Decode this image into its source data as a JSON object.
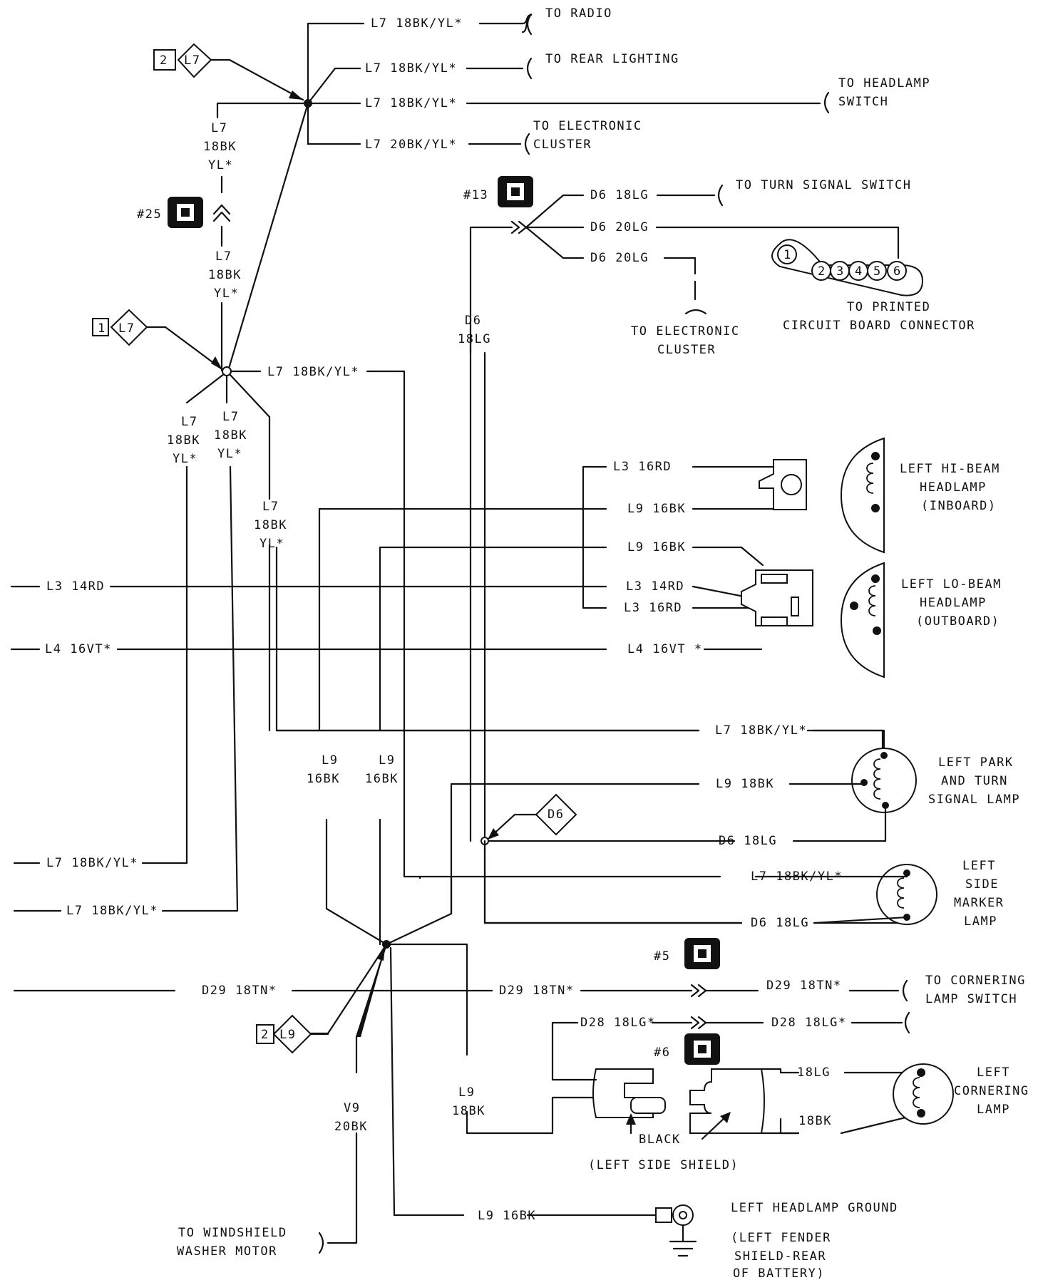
{
  "diagram": {
    "colors": {
      "ink": "#111111",
      "paper": "#ffffff"
    },
    "labels": {
      "l7_radio": "L7 18BK/YL*",
      "to_radio": "TO RADIO",
      "l7_rear": "L7 18BK/YL*",
      "to_rear": "TO REAR LIGHTING",
      "l7_hs": "L7 18BK/YL*",
      "to_hs_1": "TO HEADLAMP",
      "to_hs_2": "SWITCH",
      "l7_ec": "L7 20BK/YL*",
      "to_ec_1": "TO ELECTRONIC",
      "to_ec_2": "CLUSTER",
      "l7v_a1": "L7",
      "l7v_a2": "18BK",
      "l7v_a3": "YL*",
      "conn25": "#25",
      "l7v_b1": "L7",
      "l7v_b2": "18BK",
      "l7v_b3": "YL*",
      "splice_top_num": "2",
      "splice_top_id": "L7",
      "conn13": "#13",
      "d6_ts": "D6 18LG",
      "to_ts": "TO TURN SIGNAL SWITCH",
      "d6_pcb": "D6 20LG",
      "d6_ec": "D6 20LG",
      "to_ec2_1": "TO ELECTRONIC",
      "to_ec2_2": "CLUSTER",
      "pcb_1": "TO PRINTED",
      "pcb_2": "CIRCUIT BOARD CONNECTOR",
      "pins": [
        "1",
        "2",
        "3",
        "4",
        "5",
        "6"
      ],
      "d6v_1": "D6",
      "d6v_2": "18LG",
      "splice_mid_num": "1",
      "splice_mid_id": "L7",
      "l7_mid": "L7 18BK/YL*",
      "l7v_c1": "L7",
      "l7v_c2": "18BK",
      "l7v_c3": "YL*",
      "l7v_d1": "L7",
      "l7v_d2": "18BK",
      "l7v_d3": "YL*",
      "l7v_e1": "L7",
      "l7v_e2": "18BK",
      "l7v_e3": "YL*",
      "l3_16rd_a": "L3 16RD",
      "l9_16bk_a": "L9 16BK",
      "hibeam_1": "LEFT HI-BEAM",
      "hibeam_2": "HEADLAMP",
      "hibeam_3": "(INBOARD)",
      "l9_16bk_b": "L9 16BK",
      "l3_14rd_left": "L3 14RD",
      "l3_14rd_right": "L3 14RD",
      "l3_16rd_b": "L3 16RD",
      "l4_left": "L4 16VT*",
      "l4_right": "L4 16VT *",
      "lobeam_1": "LEFT LO-BEAM",
      "lobeam_2": "HEADLAMP",
      "lobeam_3": "(OUTBOARD)",
      "l7_park": "L7 18BK/YL*",
      "l9v_a1": "L9",
      "l9v_a2": "16BK",
      "l9v_b1": "L9",
      "l9v_b2": "16BK",
      "l9_park": "L9 18BK",
      "park_1": "LEFT PARK",
      "park_2": "AND TURN",
      "park_3": "SIGNAL LAMP",
      "splice_d6": "D6",
      "d6_park": "D6 18LG",
      "l7_left_a": "L7 18BK/YL*",
      "l7_marker": "L7 18BK/YL*",
      "marker_1": "LEFT",
      "marker_2": "SIDE",
      "marker_3": "MARKER",
      "marker_4": "LAMP",
      "l7_left_b": "L7 18BK/YL*",
      "d6_marker": "D6 18LG",
      "conn5": "#5",
      "d29_a": "D29 18TN*",
      "d29_b": "D29 18TN*",
      "d29_c": "D29 18TN*",
      "corner_sw_1": "TO CORNERING",
      "corner_sw_2": "LAMP SWITCH",
      "d28_a": "D28 18LG*",
      "d28_b": "D28 18LG*",
      "conn6": "#6",
      "splice_bot_num": "2",
      "splice_bot_id": "L9",
      "v9_1": "V9",
      "v9_2": "20BK",
      "l9v_c1": "L9",
      "l9v_c2": "18BK",
      "c_18lg": "18LG",
      "c_18bk": "18BK",
      "cornering_1": "LEFT",
      "cornering_2": "CORNERING",
      "cornering_3": "LAMP",
      "black": "BLACK",
      "shield": "(LEFT SIDE SHIELD)",
      "l9_ground": "L9  16BK",
      "ground_1": "LEFT HEADLAMP GROUND",
      "ground_2": "(LEFT FENDER",
      "ground_3": "SHIELD-REAR",
      "ground_4": "OF BATTERY)",
      "washer_1": "TO WINDSHIELD",
      "washer_2": "WASHER MOTOR"
    }
  }
}
